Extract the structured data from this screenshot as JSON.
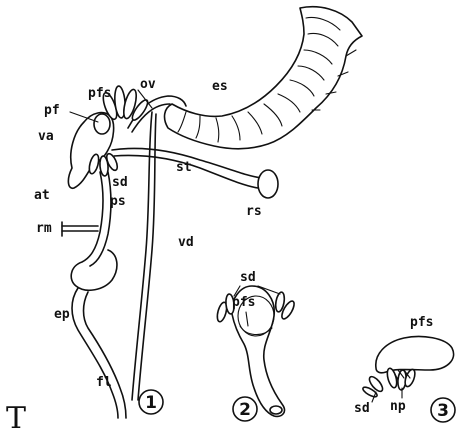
{
  "plate_letter": "T",
  "figures": [
    {
      "number": "1"
    },
    {
      "number": "2"
    },
    {
      "number": "3"
    }
  ],
  "fig1_labels": {
    "pfs": "pfs",
    "pf": "pf",
    "ov": "ov",
    "es": "es",
    "va": "va",
    "at": "at",
    "sd": "sd",
    "st": "st",
    "ps": "ps",
    "rs": "rs",
    "rm": "rm",
    "vd": "vd",
    "ep": "ep",
    "fl": "fl"
  },
  "fig2_labels": {
    "sd": "sd",
    "pfs": "pfs"
  },
  "fig3_labels": {
    "pfs": "pfs",
    "sd": "sd",
    "np": "np"
  }
}
